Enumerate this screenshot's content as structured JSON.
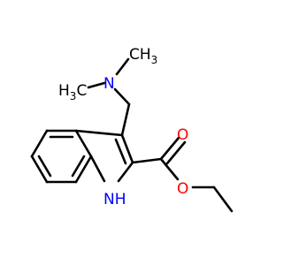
{
  "molecule": {
    "labels": {
      "ch3_top": "CH",
      "ch3_top_sub": "3",
      "h3c_left_h": "H",
      "h3c_left_sub": "3",
      "h3c_left_c": "C",
      "n_amine": "N",
      "o_carbonyl": "O",
      "o_ester": "O",
      "nh": "NH"
    },
    "colors": {
      "bond": "#000000",
      "nitrogen": "#0000ff",
      "oxygen": "#ff0000",
      "carbon": "#000000",
      "background": "#ffffff"
    }
  }
}
